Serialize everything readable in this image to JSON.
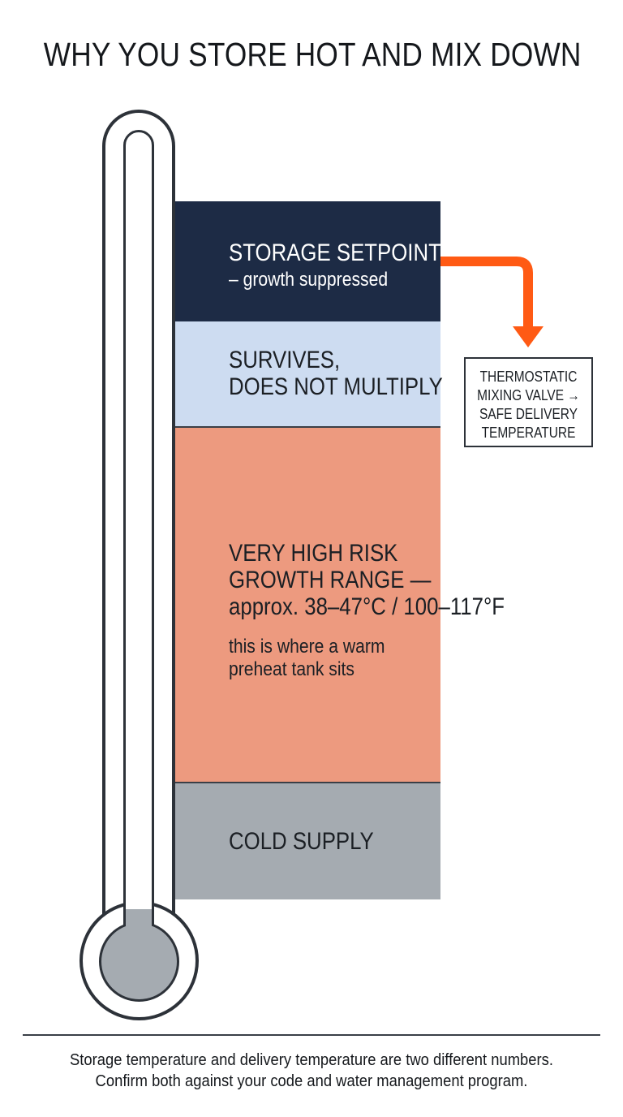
{
  "title": "WHY YOU STORE HOT AND MIX DOWN",
  "bands": {
    "storage": {
      "label": "STORAGE SETPOINT",
      "sublabel": "– growth suppressed",
      "color": "#1d2b45"
    },
    "survive": {
      "label_line1": "SURVIVES,",
      "label_line2": "DOES NOT MULTIPLY",
      "color": "#cddcf1"
    },
    "risk": {
      "label_line1": "VERY HIGH RISK",
      "label_line2": "GROWTH RANGE —",
      "label_line3": "approx. 38–47°C / 100–117°F",
      "note_line1": "this is where a warm",
      "note_line2": "preheat tank sits",
      "color": "#ed9a7f"
    },
    "cold": {
      "label": "COLD SUPPLY",
      "color": "#a5abb1"
    }
  },
  "valve": {
    "line1": "THERMOSTATIC",
    "line2": "MIXING VALVE →",
    "line3": "SAFE DELIVERY",
    "line4": "TEMPERATURE"
  },
  "arrow_color": "#ff5a14",
  "thermometer_icon": "thermometer-icon",
  "footer": {
    "line1": "Storage temperature and delivery temperature are two different numbers.",
    "line2": "Confirm both against your code and water management program."
  }
}
